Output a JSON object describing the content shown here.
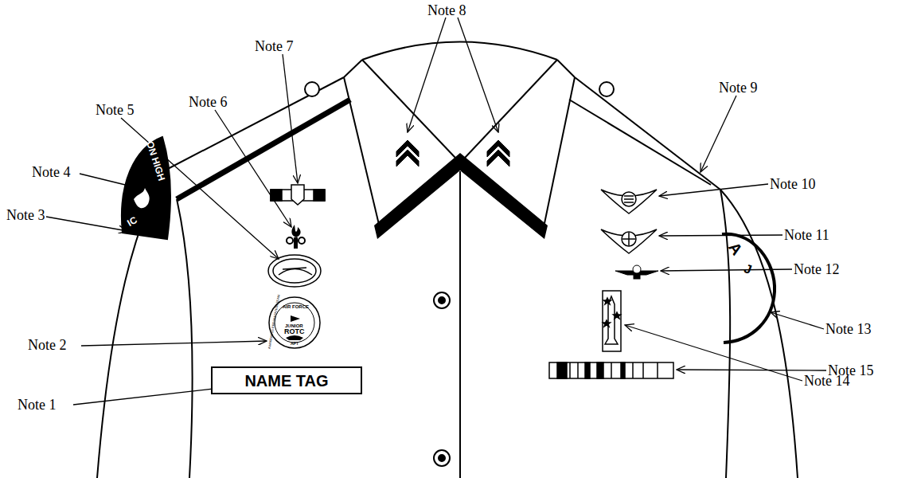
{
  "diagram": {
    "nodes": [
      {
        "text": [
          "ON HIGH",
          "IC"
        ]
      },
      {
        "text": [
          "AIR FORCE",
          "JUNIOR",
          "ROTC",
          "AWARENESS PRESENTATION TEAM",
          "APT"
        ]
      },
      {
        "text": [
          "NAME TAG"
        ]
      },
      {
        "text": [
          "A",
          "J"
        ]
      }
    ],
    "labels": [
      "Note 1",
      "Note 2",
      "Note 3",
      "Note 4",
      "Note 5",
      "Note 6",
      "Note 7",
      "Note 8",
      "Note 9",
      "Note 10",
      "Note 11",
      "Note 12",
      "Note 13",
      "Note 14",
      "Note 15"
    ]
  }
}
